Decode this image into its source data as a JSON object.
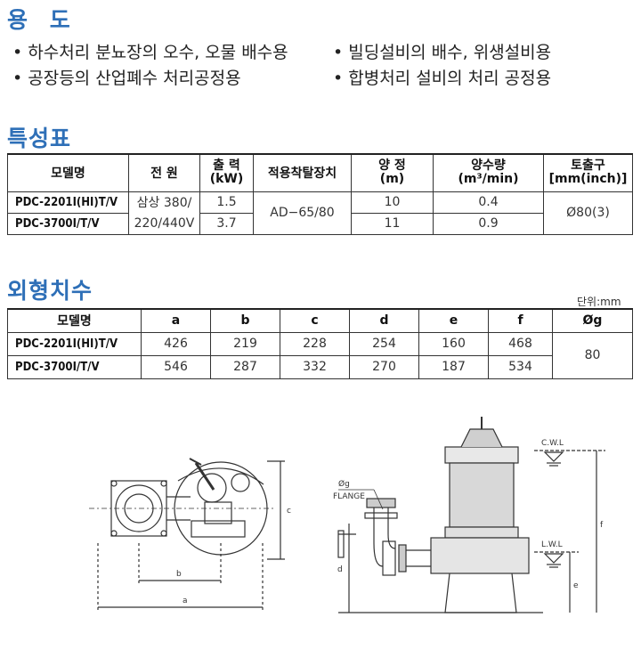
{
  "usage": {
    "title": "용 도",
    "items": [
      "• 하수처리 분뇨장의 오수, 오물 배수용",
      "• 빌딩설비의 배수, 위생설비용",
      "• 공장등의 산업폐수 처리공정용",
      "• 합병처리 설비의 처리 공정용"
    ]
  },
  "spec": {
    "title": "특성표",
    "headers": {
      "model": "모델명",
      "power": "전 원",
      "output_l1": "출 력",
      "output_l2": "(kW)",
      "coupling": "적용착탈장치",
      "head_l1": "양 정",
      "head_l2": "(m)",
      "flow_l1": "양수량",
      "flow_l2": "(m³/min)",
      "outlet_l1": "토출구",
      "outlet_l2": "[mm(inch)]"
    },
    "rows": [
      {
        "model": "PDC-2201I(HI)T/V",
        "power": "삼상 380/",
        "output": "1.5",
        "head": "10",
        "flow": "0.4"
      },
      {
        "model": "PDC-3700I/T/V",
        "power": "220/440V",
        "output": "3.7",
        "head": "11",
        "flow": "0.9"
      }
    ],
    "coupling": "AD−65/80",
    "outlet": "Ø80(3)"
  },
  "dims": {
    "title": "외형치수",
    "unit": "단위:mm",
    "headers": {
      "model": "모델명",
      "a": "a",
      "b": "b",
      "c": "c",
      "d": "d",
      "e": "e",
      "f": "f",
      "g": "Øg"
    },
    "rows": [
      {
        "model": "PDC-2201I(HI)T/V",
        "a": "426",
        "b": "219",
        "c": "228",
        "d": "254",
        "e": "160",
        "f": "468"
      },
      {
        "model": "PDC-3700I/T/V",
        "a": "546",
        "b": "287",
        "c": "332",
        "d": "270",
        "e": "187",
        "f": "534"
      }
    ],
    "g": "80"
  },
  "drawing": {
    "labels": {
      "a": "a",
      "b": "b",
      "c": "c",
      "d": "d",
      "e": "e",
      "f": "f",
      "g": "Øg",
      "flange": "FLANGE",
      "cwl": "C.W.L",
      "lwl": "L.W.L"
    }
  }
}
